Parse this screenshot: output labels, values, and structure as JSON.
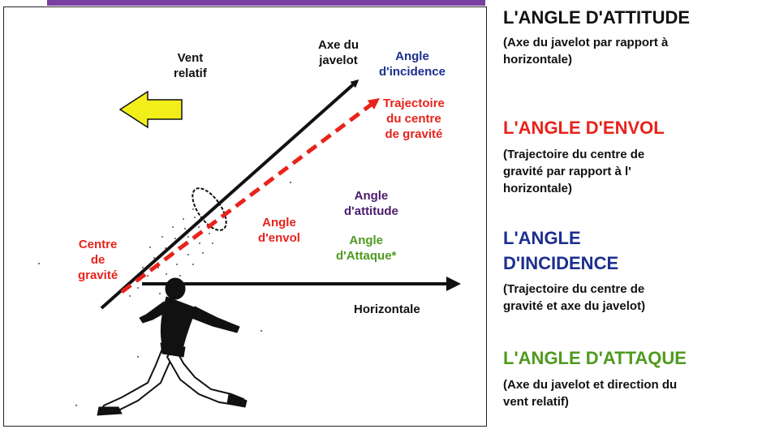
{
  "colors": {
    "accent_bar": "#7b3fa0",
    "dark": "#111111",
    "red": "#e8231b",
    "blue": "#1c2f8f",
    "purple": "#4b1a6e",
    "green": "#4f9a1f",
    "wind_arrow": "#f2ee1a"
  },
  "diagram": {
    "vent_relatif": [
      "Vent",
      "relatif"
    ],
    "axe_javelot": [
      "Axe du",
      "javelot"
    ],
    "angle_incidence": [
      "Angle",
      "d'incidence"
    ],
    "trajectoire": [
      "Trajectoire",
      "du centre",
      "de gravité"
    ],
    "angle_attitude": [
      "Angle",
      "d'attitude"
    ],
    "angle_envol": [
      "Angle",
      "d'envol"
    ],
    "angle_attaque": [
      "Angle",
      "d'Attaque*"
    ],
    "centre_gravite": [
      "Centre",
      "de",
      "gravité"
    ],
    "horizontale": "Horizontale",
    "icons": [
      "wind-arrow-icon",
      "javelin-arrow",
      "trajectory-arrow",
      "horizontal-arrow",
      "athlete-figure"
    ]
  },
  "legend": [
    {
      "title": "L'ANGLE D'ATTITUDE",
      "title_lines": [
        "L'ANGLE D'ATTITUDE"
      ],
      "color": "#111111",
      "desc": [
        "(Axe du javelot par rapport à",
        "horizontale)"
      ]
    },
    {
      "title": "L'ANGLE D'ENVOL",
      "title_lines": [
        "L'ANGLE D'ENVOL"
      ],
      "color": "#e8231b",
      "desc": [
        "(Trajectoire du centre de",
        "gravité par rapport à l'",
        "horizontale)"
      ]
    },
    {
      "title": "L'ANGLE D'INCIDENCE",
      "title_lines": [
        "L'ANGLE",
        "D'INCIDENCE"
      ],
      "color": "#1c2f8f",
      "desc": [
        "(Trajectoire du centre de",
        "gravité et axe du javelot)"
      ]
    },
    {
      "title": "L'ANGLE D'ATTAQUE",
      "title_lines": [
        "L'ANGLE D'ATTAQUE"
      ],
      "color": "#4f9a1f",
      "desc": [
        "(Axe du javelot et direction du",
        "vent relatif)"
      ]
    }
  ]
}
